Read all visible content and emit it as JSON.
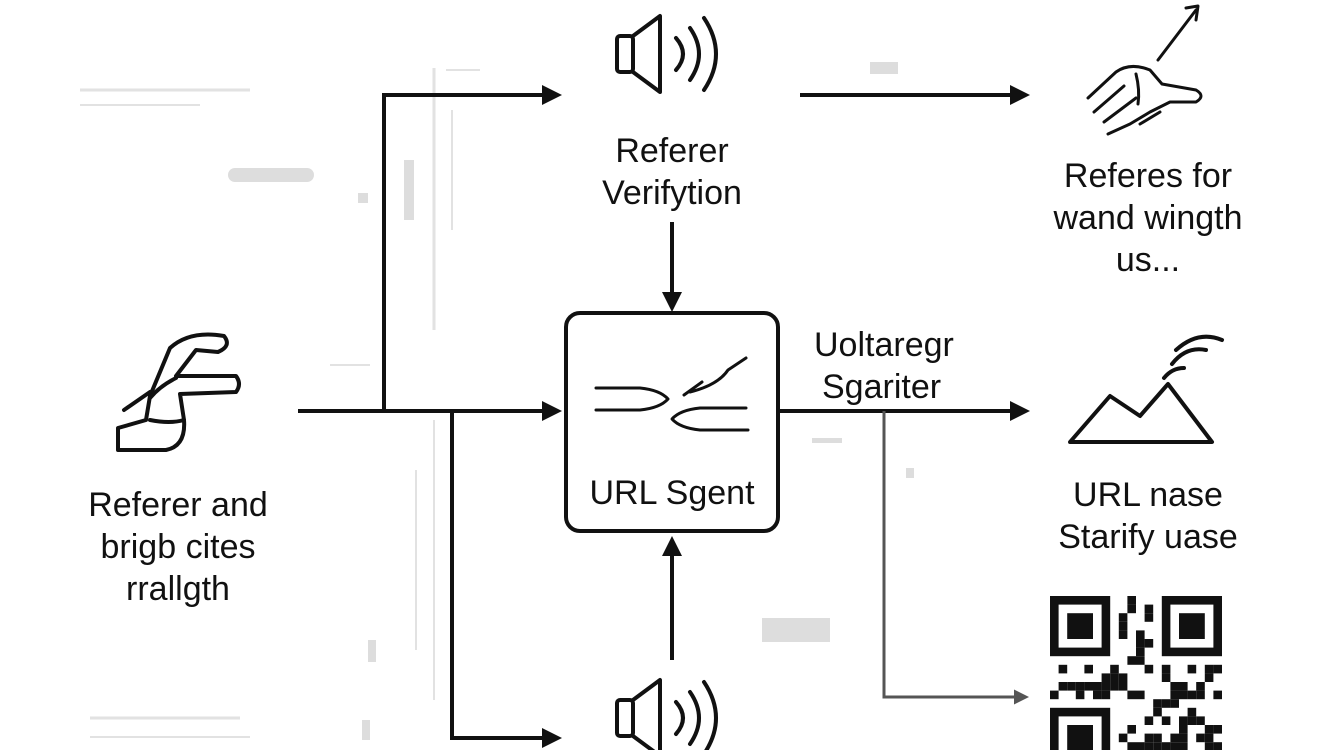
{
  "diagram": {
    "nodes": {
      "input": {
        "icon": "hand-gesture-icon",
        "lines": [
          "Referer and",
          "brigb cites",
          "rrallgth"
        ]
      },
      "verify_top": {
        "icon": "speaker-icon",
        "lines": [
          "Referer",
          "Verifytion"
        ]
      },
      "result_top": {
        "icon": "hand-pointing-icon",
        "lines": [
          "Referes for",
          "wand wingth",
          "us..."
        ]
      },
      "agent": {
        "icon": "split-paths-icon",
        "label": "URL Sgent"
      },
      "right_mid": {
        "icon": "mountain-signal-icon",
        "lines": [
          "URL nase",
          "Starify uase"
        ]
      },
      "qr": {
        "icon": "qr-code-icon"
      },
      "bottom": {
        "icon": "speaker-icon"
      }
    },
    "edge_labels": {
      "agent_to_right": [
        "Uoltaregr",
        "Sgariter"
      ]
    },
    "colors": {
      "stroke": "#111111",
      "accent_gray": "#555555",
      "faint": "#d8d8d8"
    }
  }
}
